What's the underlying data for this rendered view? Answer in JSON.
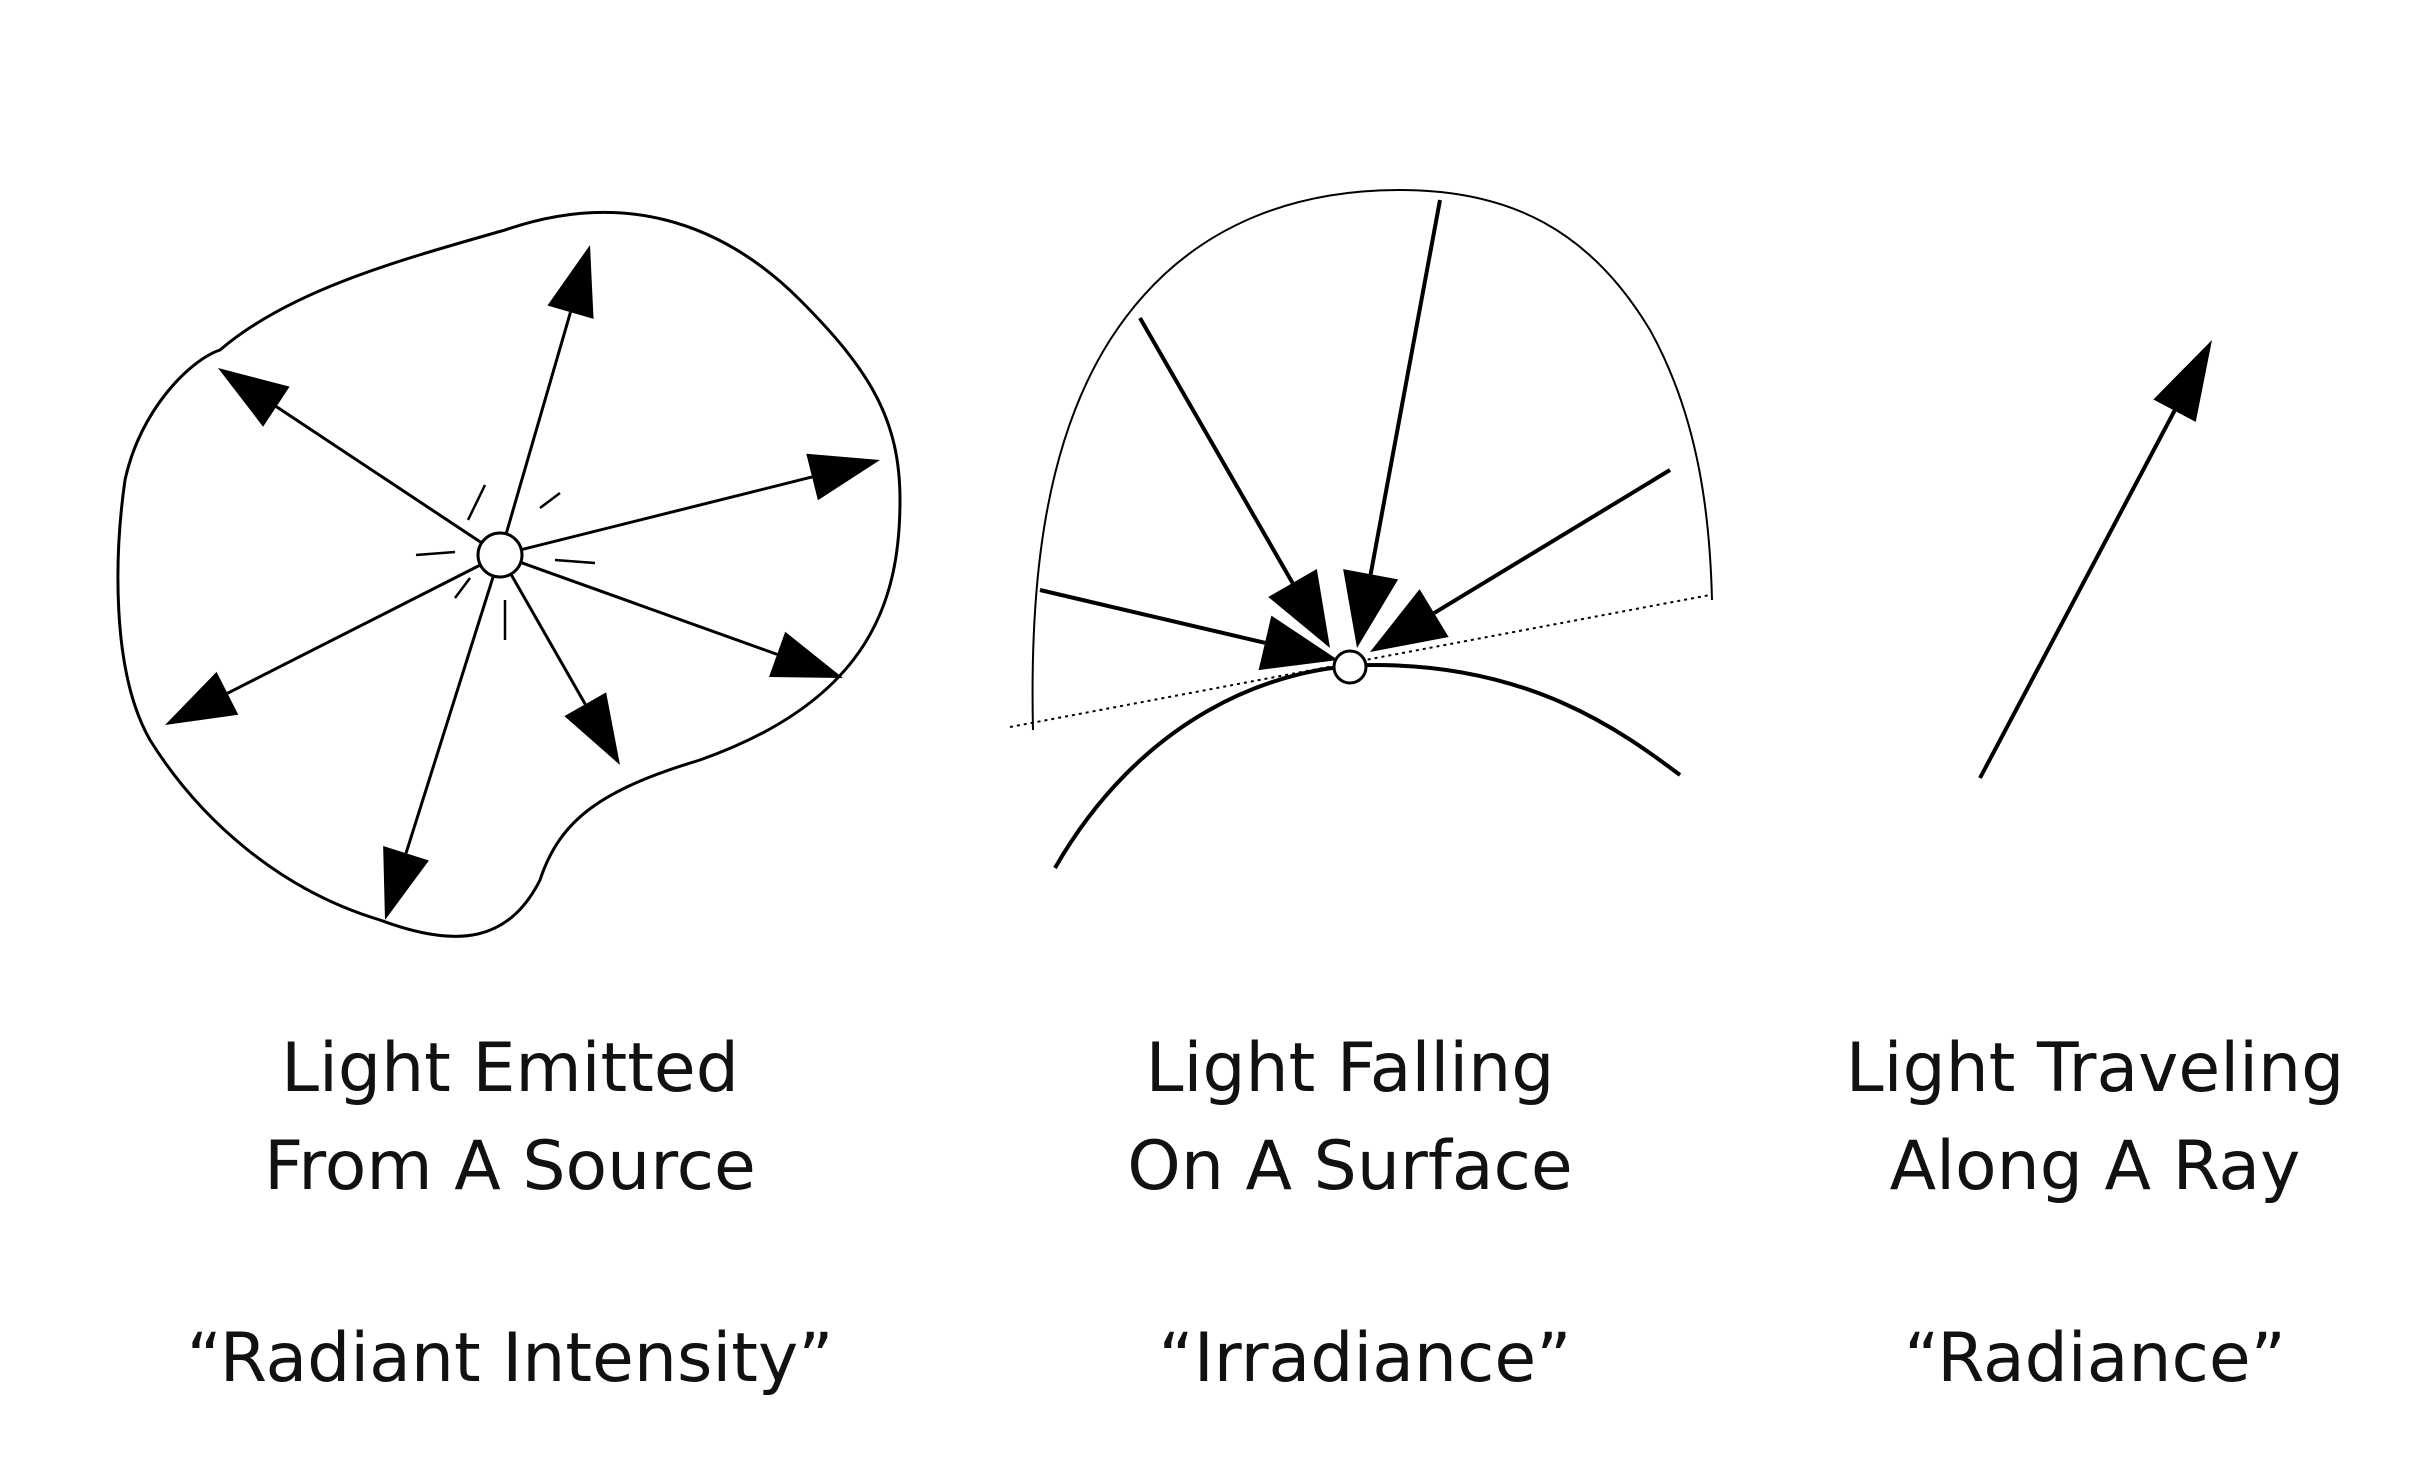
{
  "panels": [
    {
      "id": "source",
      "caption_line1": "Light Emitted",
      "caption_line2": "From A Source",
      "term": "“Radiant Intensity”"
    },
    {
      "id": "surface",
      "caption_line1": "Light Falling",
      "caption_line2": "On A Surface",
      "term": "“Irradiance”"
    },
    {
      "id": "ray",
      "caption_line1": "Light Traveling",
      "caption_line2": "Along A Ray",
      "term": "“Radiance”"
    }
  ],
  "colors": {
    "ink": "#000000",
    "text": "#111111",
    "background": "#ffffff"
  }
}
